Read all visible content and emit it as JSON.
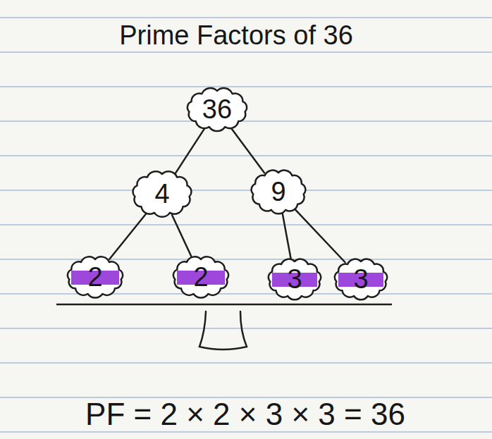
{
  "diagram": {
    "title": "Prime Factors of 36",
    "nodes": [
      {
        "text": [
          "36"
        ]
      },
      {
        "text": [
          "4"
        ]
      },
      {
        "text": [
          "9"
        ]
      },
      {
        "text": [
          "2"
        ]
      },
      {
        "text": [
          "2"
        ]
      },
      {
        "text": [
          "3"
        ]
      },
      {
        "text": [
          "3"
        ]
      }
    ],
    "edges": [
      {
        "from": 0,
        "to": 1,
        "arrow": "none"
      },
      {
        "from": 0,
        "to": 2,
        "arrow": "none"
      },
      {
        "from": 1,
        "to": 3,
        "arrow": "none"
      },
      {
        "from": 1,
        "to": 4,
        "arrow": "none"
      },
      {
        "from": 2,
        "to": 5,
        "arrow": "none"
      },
      {
        "from": 2,
        "to": 6,
        "arrow": "none"
      }
    ],
    "labels": [
      "PF = 2 × 2 × 3 × 3 = 36"
    ]
  }
}
